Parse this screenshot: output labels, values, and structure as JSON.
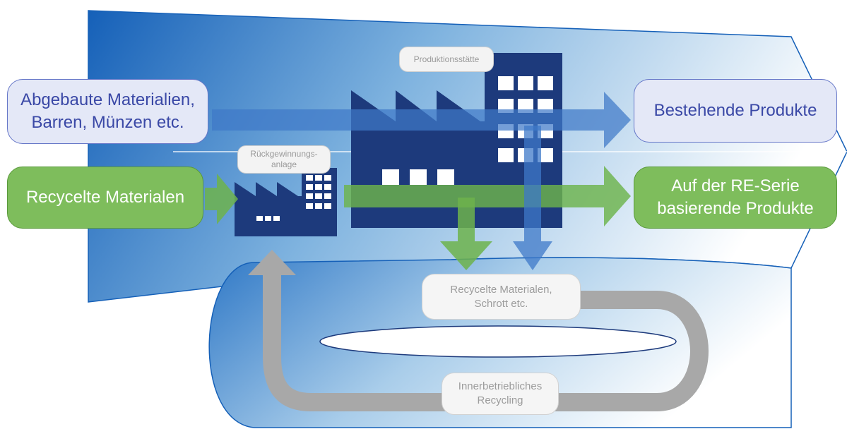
{
  "inputs": {
    "mined": "Abgebaute Materialien,\nBarren, Münzen etc.",
    "recycled": "Recycelte Materialen"
  },
  "outputs": {
    "existing": "Bestehende Produkte",
    "re_series": "Auf der RE-Serie\nbasierende Produkte"
  },
  "facilities": {
    "production": "Produktionsstätte",
    "recovery": "Rückgewinnungs-\nanlage"
  },
  "recycling": {
    "scrap": "Recycelte Materialen,\nSchrott etc.",
    "inhouse": "Innerbetriebliches\nRecycling"
  },
  "colors": {
    "flow_dark": "#1560b8",
    "flow_light": "#ffffff",
    "factory": "#1d3a7c",
    "blue_arrow": "#3e78c8",
    "green_arrow": "#6db34c",
    "grey_loop": "#a8a8a8"
  }
}
